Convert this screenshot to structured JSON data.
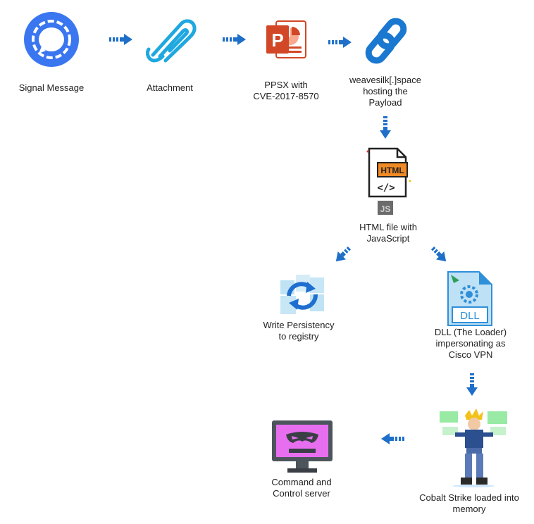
{
  "nodes": {
    "signal": {
      "label": "Signal Message",
      "icon": "signal-icon"
    },
    "attachment": {
      "label": "Attachment",
      "icon": "paperclip-icon"
    },
    "ppsx": {
      "label": "PPSX with\nCVE-2017-8570",
      "icon": "powerpoint-icon",
      "icon_text": "P"
    },
    "link": {
      "label": "weavesilk[.]space\nhosting the\nPayload",
      "icon": "link-icon"
    },
    "html": {
      "label": "HTML file with\nJavaScript",
      "icon": "html-file-icon",
      "icon_text": "HTML",
      "code_text": "</>",
      "js_text": "JS"
    },
    "persist": {
      "label": "Write Persistency\nto registry",
      "icon": "registry-refresh-icon"
    },
    "dll": {
      "label": "DLL (The Loader)\nimpersonating as\nCisco VPN",
      "icon": "dll-file-icon",
      "icon_text": "DLL"
    },
    "cobalt": {
      "label": "Cobalt Strike loaded into\nmemory",
      "icon": "hacker-character-icon"
    },
    "c2": {
      "label": "Command and\nControl server",
      "icon": "masked-monitor-icon"
    }
  },
  "colors": {
    "arrow": "#1f6fc9",
    "signal": "#3a76f0",
    "paperclip": "#1fa8e0",
    "powerpoint": "#d24726",
    "link": "#1b78d0",
    "html_tag": "#f08a24",
    "dll": "#2f8fd8",
    "c2_screen": "#e86ef0"
  }
}
